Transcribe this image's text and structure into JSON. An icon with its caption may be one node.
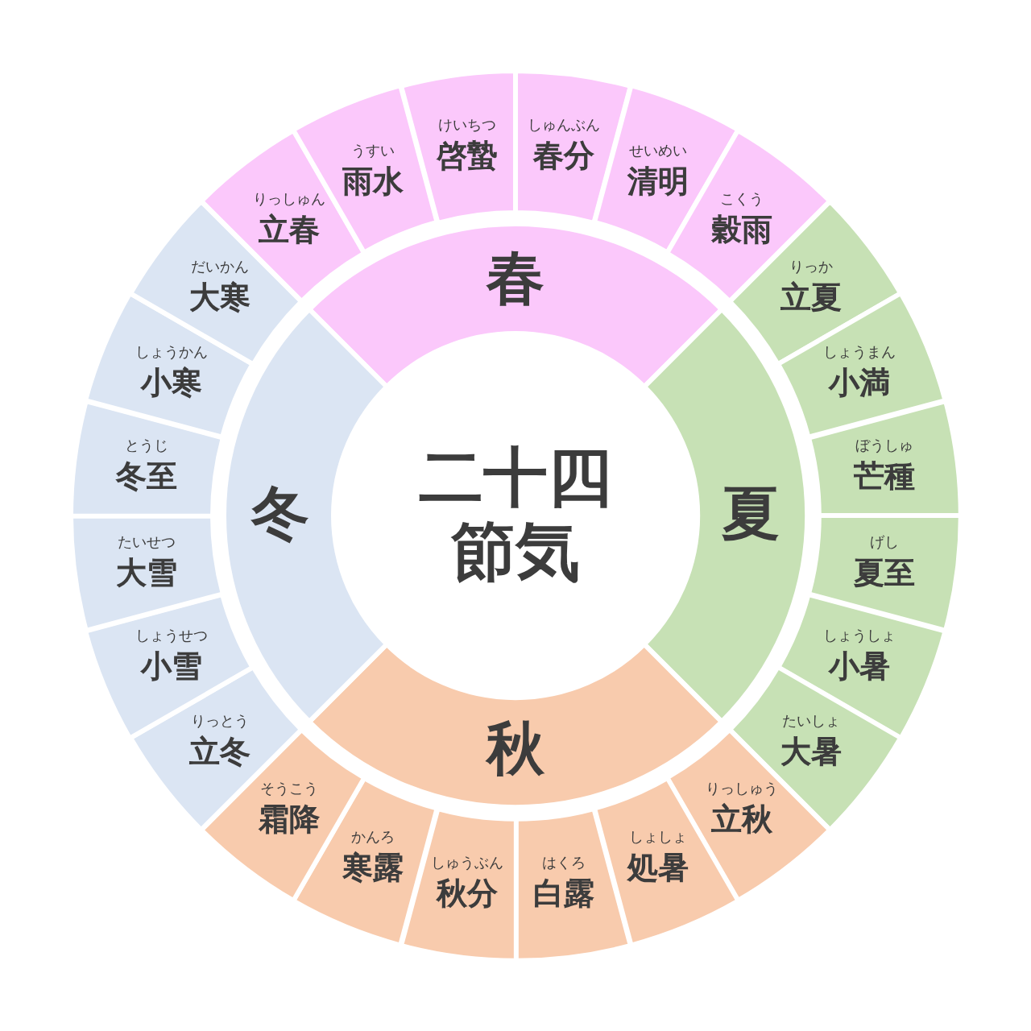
{
  "diagram": {
    "nodes": [
      {
        "text": [
          "二十四節気"
        ]
      },
      {
        "text": [
          "春"
        ]
      },
      {
        "text": [
          "夏"
        ]
      },
      {
        "text": [
          "秋"
        ]
      },
      {
        "text": [
          "冬"
        ]
      },
      {
        "text": [
          "りっしゅん",
          "立春"
        ]
      },
      {
        "text": [
          "うすい",
          "雨水"
        ]
      },
      {
        "text": [
          "けいちつ",
          "啓蟄"
        ]
      },
      {
        "text": [
          "しゅんぶん",
          "春分"
        ]
      },
      {
        "text": [
          "せいめい",
          "清明"
        ]
      },
      {
        "text": [
          "こくう",
          "穀雨"
        ]
      },
      {
        "text": [
          "りっか",
          "立夏"
        ]
      },
      {
        "text": [
          "しょうまん",
          "小満"
        ]
      },
      {
        "text": [
          "ぼうしゅ",
          "芒種"
        ]
      },
      {
        "text": [
          "げし",
          "夏至"
        ]
      },
      {
        "text": [
          "しょうしょ",
          "小暑"
        ]
      },
      {
        "text": [
          "たいしょ",
          "大暑"
        ]
      },
      {
        "text": [
          "りっしゅう",
          "立秋"
        ]
      },
      {
        "text": [
          "しょしょ",
          "処暑"
        ]
      },
      {
        "text": [
          "はくろ",
          "白露"
        ]
      },
      {
        "text": [
          "しゅうぶん",
          "秋分"
        ]
      },
      {
        "text": [
          "かんろ",
          "寒露"
        ]
      },
      {
        "text": [
          "そうこう",
          "霜降"
        ]
      },
      {
        "text": [
          "りっとう",
          "立冬"
        ]
      },
      {
        "text": [
          "しょうせつ",
          "小雪"
        ]
      },
      {
        "text": [
          "たいせつ",
          "大雪"
        ]
      },
      {
        "text": [
          "とうじ",
          "冬至"
        ]
      },
      {
        "text": [
          "しょうかん",
          "小寒"
        ]
      },
      {
        "text": [
          "だいかん",
          "大寒"
        ]
      }
    ]
  }
}
